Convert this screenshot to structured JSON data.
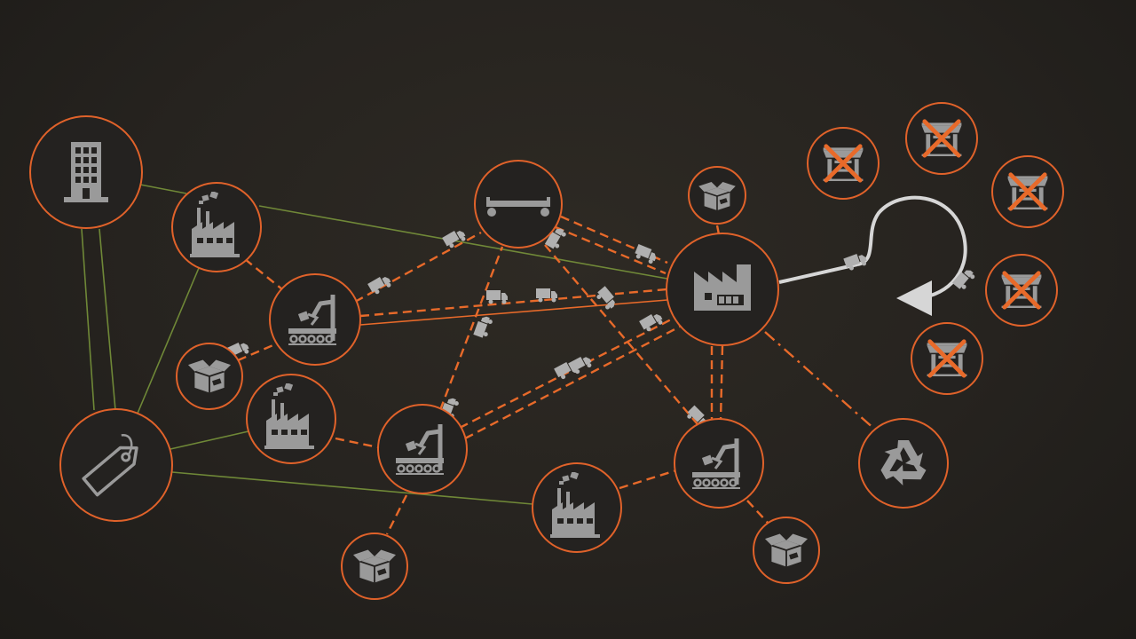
{
  "diagram": {
    "description_free": true,
    "colors": {
      "background": "#26231f",
      "node_fill": "#242220",
      "node_ring": "#e0622a",
      "flow_link": "#e86a2a",
      "sales_link": "#7c9a3c",
      "icon": "#9a9a9a",
      "cross": "#e86a2a"
    },
    "nodes": [
      {
        "id": "headquarters",
        "icon": "office-building-icon"
      },
      {
        "id": "sales",
        "icon": "price-tag-icon"
      },
      {
        "id": "factory-1",
        "icon": "factory-icon"
      },
      {
        "id": "factory-2",
        "icon": "factory-icon"
      },
      {
        "id": "factory-3",
        "icon": "factory-icon"
      },
      {
        "id": "assembly-1",
        "icon": "robot-arm-conveyor-icon"
      },
      {
        "id": "assembly-2",
        "icon": "robot-arm-conveyor-icon"
      },
      {
        "id": "assembly-3",
        "icon": "robot-arm-conveyor-icon"
      },
      {
        "id": "transport",
        "icon": "flatbed-trailer-icon"
      },
      {
        "id": "distribution-center",
        "icon": "warehouse-icon"
      },
      {
        "id": "package-1",
        "icon": "open-box-icon"
      },
      {
        "id": "package-2",
        "icon": "open-box-icon"
      },
      {
        "id": "package-3",
        "icon": "open-box-icon"
      },
      {
        "id": "package-4",
        "icon": "open-box-icon"
      },
      {
        "id": "recycling",
        "icon": "recycle-icon"
      },
      {
        "id": "retail-1",
        "icon": "crossed-store-icon"
      },
      {
        "id": "retail-2",
        "icon": "crossed-store-icon"
      },
      {
        "id": "retail-3",
        "icon": "crossed-store-icon"
      },
      {
        "id": "retail-4",
        "icon": "crossed-store-icon"
      },
      {
        "id": "retail-5",
        "icon": "crossed-store-icon"
      }
    ],
    "links": [
      {
        "from": "headquarters",
        "to": "factory-1",
        "kind": "sales"
      },
      {
        "from": "headquarters",
        "to": "sales",
        "kind": "sales"
      },
      {
        "from": "factory-1",
        "to": "sales",
        "kind": "sales"
      },
      {
        "from": "factory-1",
        "to": "distribution-center",
        "kind": "sales"
      },
      {
        "from": "sales",
        "to": "factory-2",
        "kind": "sales"
      },
      {
        "from": "sales",
        "to": "factory-3",
        "kind": "sales"
      },
      {
        "from": "factory-1",
        "to": "assembly-1",
        "kind": "flow"
      },
      {
        "from": "package-1",
        "to": "assembly-1",
        "kind": "flow"
      },
      {
        "from": "assembly-1",
        "to": "transport",
        "kind": "flow"
      },
      {
        "from": "assembly-1",
        "to": "distribution-center",
        "kind": "flow"
      },
      {
        "from": "factory-2",
        "to": "assembly-2",
        "kind": "flow"
      },
      {
        "from": "assembly-2",
        "to": "transport",
        "kind": "flow"
      },
      {
        "from": "assembly-2",
        "to": "package-2",
        "kind": "flow"
      },
      {
        "from": "assembly-2",
        "to": "distribution-center",
        "kind": "flow"
      },
      {
        "from": "transport",
        "to": "distribution-center",
        "kind": "flow"
      },
      {
        "from": "transport",
        "to": "assembly-3",
        "kind": "flow"
      },
      {
        "from": "assembly-3",
        "to": "distribution-center",
        "kind": "flow"
      },
      {
        "from": "factory-3",
        "to": "assembly-3",
        "kind": "flow"
      },
      {
        "from": "assembly-3",
        "to": "package-4",
        "kind": "flow"
      },
      {
        "from": "package-3",
        "to": "distribution-center",
        "kind": "flow"
      },
      {
        "from": "distribution-center",
        "to": "recycling",
        "kind": "flow"
      }
    ]
  }
}
